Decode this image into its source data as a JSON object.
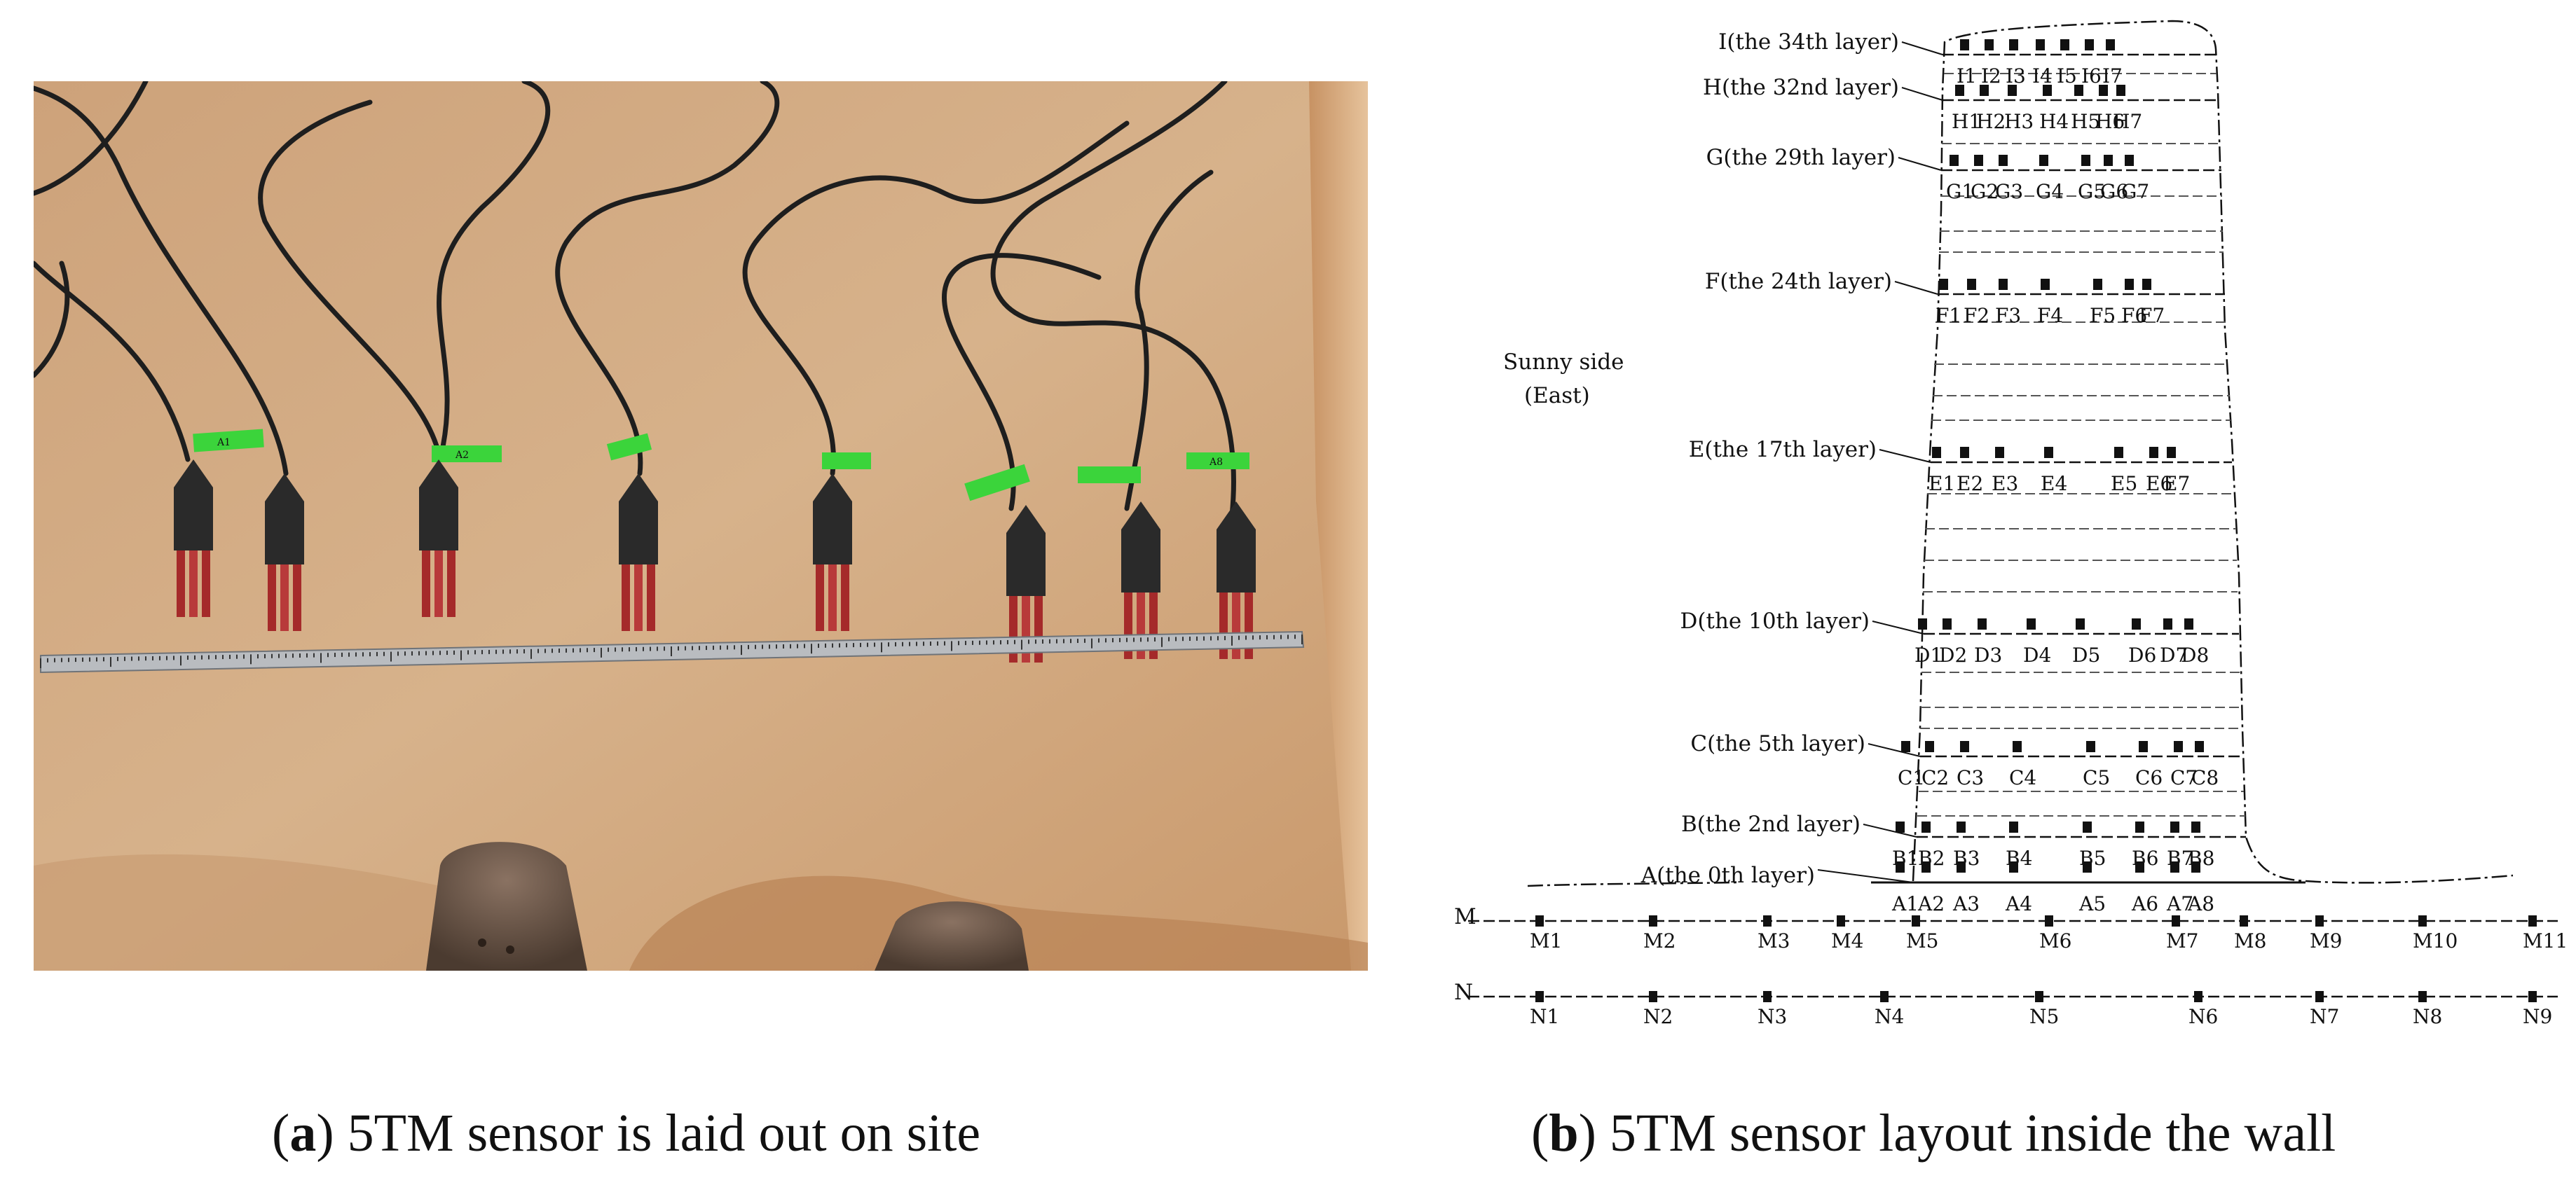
{
  "captions": {
    "a": {
      "prefix": "(",
      "letter": "a",
      "text": ") 5TM sensor is laid out on site"
    },
    "b": {
      "prefix": "(",
      "letter": "b",
      "text": ") 5TM sensor layout inside the wall"
    }
  },
  "photo": {
    "tags": [
      "A1",
      "",
      "A2",
      "",
      "",
      "",
      "",
      "A8"
    ]
  },
  "diagram": {
    "side_label": [
      "Sunny side",
      "(East)"
    ],
    "layers": [
      {
        "id": "I",
        "label": "I(the 34th layer)",
        "sensors": [
          "I1",
          "I2",
          "I3",
          "I4",
          "I5",
          "I6",
          "I7"
        ]
      },
      {
        "id": "H",
        "label": "H(the 32nd layer)",
        "sensors": [
          "H1",
          "H2",
          "H3",
          "H4",
          "H5",
          "H6",
          "H7"
        ]
      },
      {
        "id": "G",
        "label": "G(the 29th layer)",
        "sensors": [
          "G1",
          "G2",
          "G3",
          "G4",
          "G5",
          "G6",
          "G7"
        ]
      },
      {
        "id": "F",
        "label": "F(the 24th layer)",
        "sensors": [
          "F1",
          "F2",
          "F3",
          "F4",
          "F5",
          "F6",
          "F7"
        ]
      },
      {
        "id": "E",
        "label": "E(the 17th layer)",
        "sensors": [
          "E1",
          "E2",
          "E3",
          "E4",
          "E5",
          "E6",
          "E7"
        ]
      },
      {
        "id": "D",
        "label": "D(the 10th layer)",
        "sensors": [
          "D1",
          "D2",
          "D3",
          "D4",
          "D5",
          "D6",
          "D7",
          "D8"
        ]
      },
      {
        "id": "C",
        "label": "C(the 5th layer)",
        "sensors": [
          "C1",
          "C2",
          "C3",
          "C4",
          "C5",
          "C6",
          "C7",
          "C8"
        ]
      },
      {
        "id": "B",
        "label": "B(the 2nd layer)",
        "sensors": [
          "B1",
          "B2",
          "B3",
          "B4",
          "B5",
          "B6",
          "B7",
          "B8"
        ]
      },
      {
        "id": "A",
        "label": "A(the 0th layer)",
        "sensors": [
          "A1",
          "A2",
          "A3",
          "A4",
          "A5",
          "A6",
          "A7",
          "A8"
        ]
      }
    ],
    "ground_rows": [
      {
        "id": "M",
        "label": "M",
        "sensors": [
          "M1",
          "M2",
          "M3",
          "M4",
          "M5",
          "M6",
          "M7",
          "M8",
          "M9",
          "M10",
          "M11"
        ]
      },
      {
        "id": "N",
        "label": "N",
        "sensors": [
          "N1",
          "N2",
          "N3",
          "N4",
          "N5",
          "N6",
          "N7",
          "N8",
          "N9"
        ]
      }
    ]
  }
}
